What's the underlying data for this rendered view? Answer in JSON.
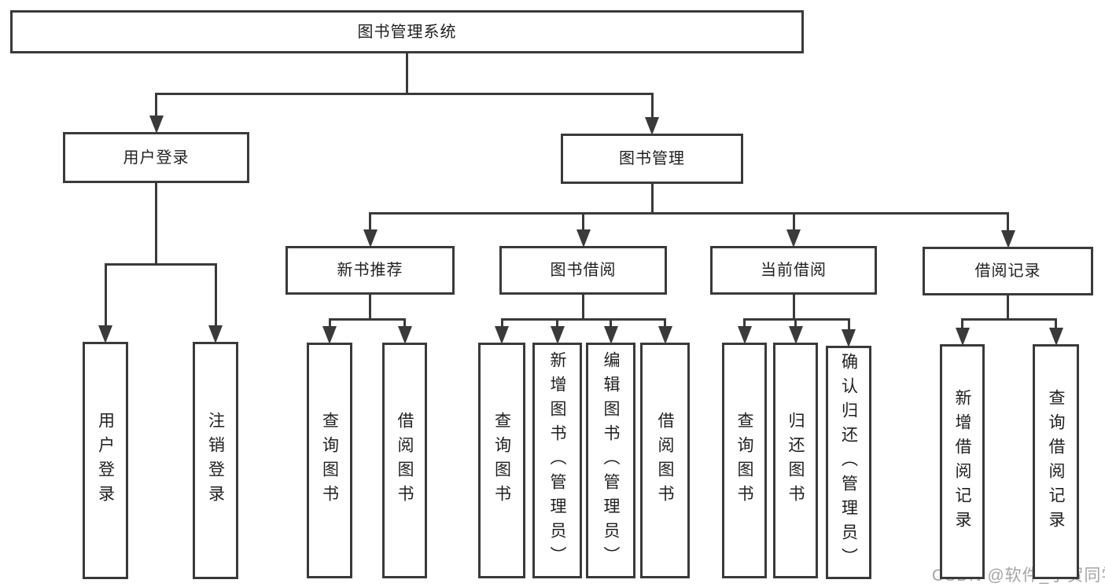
{
  "diagram": {
    "type": "tree",
    "title": "图书管理系统",
    "watermark": "CSDN @软件_小贺同学",
    "colors": {
      "line": "#3a3a3a",
      "text": "#1f1f1f",
      "watermark": "#9b9b9b",
      "background": "#ffffff"
    },
    "nodes": [
      {
        "id": "root",
        "label": "图书管理系统",
        "parent": null,
        "text_direction": "horizontal"
      },
      {
        "id": "login",
        "label": "用户登录",
        "parent": "root",
        "text_direction": "horizontal"
      },
      {
        "id": "mgmt",
        "label": "图书管理",
        "parent": "root",
        "text_direction": "horizontal"
      },
      {
        "id": "login_user",
        "label": "用户登录",
        "parent": "login",
        "text_direction": "vertical"
      },
      {
        "id": "login_logout",
        "label": "注销登录",
        "parent": "login",
        "text_direction": "vertical"
      },
      {
        "id": "recommend",
        "label": "新书推荐",
        "parent": "mgmt",
        "text_direction": "horizontal"
      },
      {
        "id": "borrow",
        "label": "图书借阅",
        "parent": "mgmt",
        "text_direction": "horizontal"
      },
      {
        "id": "current",
        "label": "当前借阅",
        "parent": "mgmt",
        "text_direction": "horizontal"
      },
      {
        "id": "record",
        "label": "借阅记录",
        "parent": "mgmt",
        "text_direction": "horizontal"
      },
      {
        "id": "recommend_query",
        "label": "查询图书",
        "parent": "recommend",
        "text_direction": "vertical"
      },
      {
        "id": "recommend_borrow",
        "label": "借阅图书",
        "parent": "recommend",
        "text_direction": "vertical"
      },
      {
        "id": "borrow_query",
        "label": "查询图书",
        "parent": "borrow",
        "text_direction": "vertical"
      },
      {
        "id": "borrow_add",
        "label": "新增图书（管理员）",
        "parent": "borrow",
        "text_direction": "vertical"
      },
      {
        "id": "borrow_edit",
        "label": "编辑图书（管理员）",
        "parent": "borrow",
        "text_direction": "vertical"
      },
      {
        "id": "borrow_do",
        "label": "借阅图书",
        "parent": "borrow",
        "text_direction": "vertical"
      },
      {
        "id": "current_query",
        "label": "查询图书",
        "parent": "current",
        "text_direction": "vertical"
      },
      {
        "id": "current_return",
        "label": "归还图书",
        "parent": "current",
        "text_direction": "vertical"
      },
      {
        "id": "current_confirm",
        "label": "确认归还（管理员）",
        "parent": "current",
        "text_direction": "vertical"
      },
      {
        "id": "record_add",
        "label": "新增借阅记录",
        "parent": "record",
        "text_direction": "vertical"
      },
      {
        "id": "record_query",
        "label": "查询借阅记录",
        "parent": "record",
        "text_direction": "vertical"
      }
    ]
  }
}
